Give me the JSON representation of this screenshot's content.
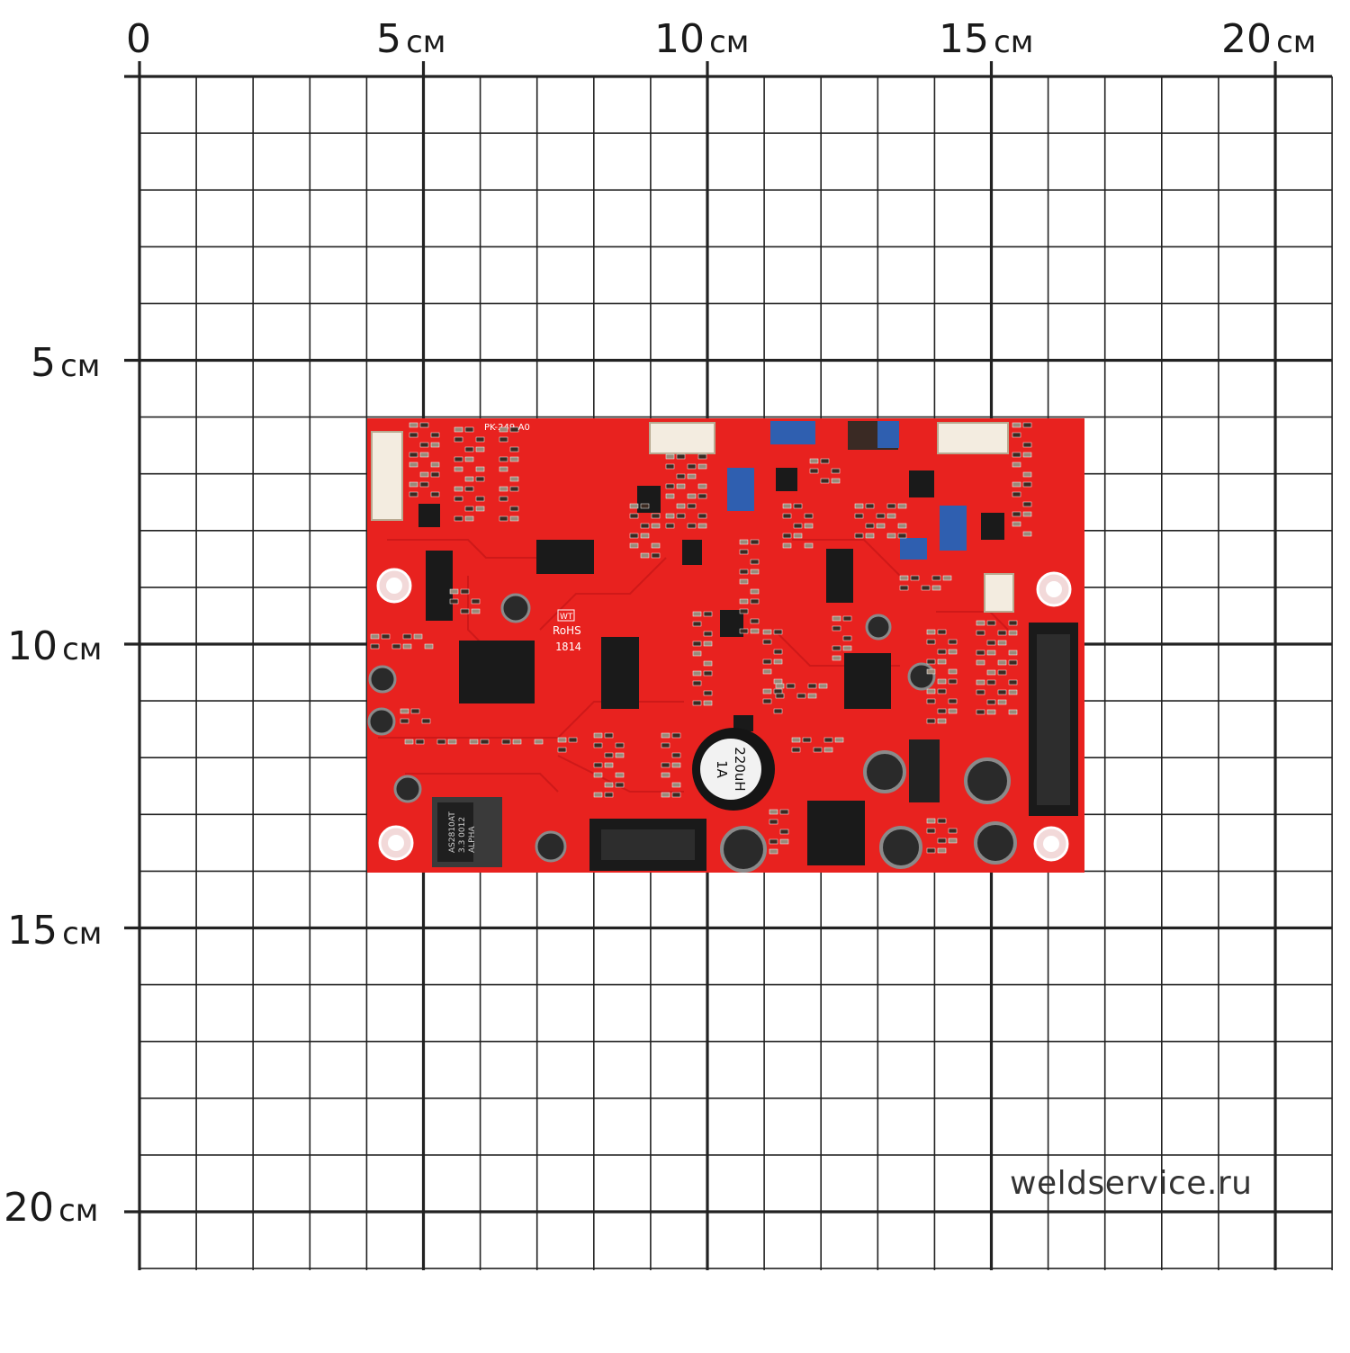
{
  "ruler": {
    "unit": "см",
    "top_labels": [
      "0",
      "5",
      "10",
      "15",
      "20"
    ],
    "left_labels": [
      "5",
      "10",
      "15",
      "20"
    ]
  },
  "board": {
    "silkscreen_title": "PK-249-A0",
    "inductor_marking": [
      "220uH",
      "1A"
    ],
    "rohs_mark": "RoHS",
    "wt_mark": "WT",
    "date_code": "1814",
    "regulator_marking": [
      "AS2810AT",
      "3.3 0012",
      "ALPHA"
    ],
    "colors": {
      "pcb": "#e8221f",
      "pcb_dark": "#c21414",
      "silkscreen": "#ffffff",
      "component_black": "#1a1a1a"
    }
  },
  "watermark": "weldservice.ru"
}
